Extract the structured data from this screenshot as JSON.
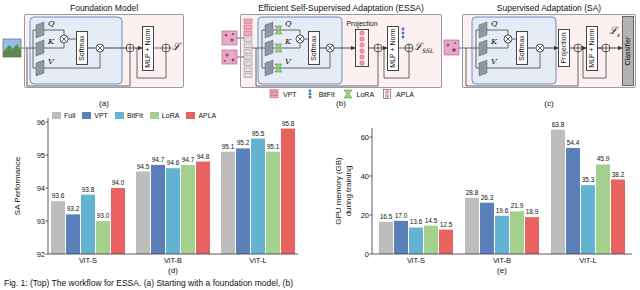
{
  "diagram": {
    "caption": "Fig. 1: (Top) The workflow for ESSA. (a) Starting with a foundation model, (b)",
    "nodes": [
      {
        "text": [
          "Foundation Model"
        ]
      },
      {
        "text": [
          "Softmax"
        ],
        "in": 0
      },
      {
        "text": [
          "MLP + Norm"
        ],
        "in": 0
      },
      {
        "text": [
          "Efficient Self-Supervised Adaptation (ESSA)"
        ]
      },
      {
        "text": [
          "Softmax"
        ],
        "in": 3
      },
      {
        "text": [
          "Projection"
        ],
        "in": 3
      },
      {
        "text": [
          "MLP + Norm"
        ],
        "in": 3
      },
      {
        "text": [
          "Supervised Adaptation (SA)"
        ]
      },
      {
        "text": [
          "Softmax"
        ],
        "in": 7
      },
      {
        "text": [
          "Projection"
        ],
        "in": 7
      },
      {
        "text": [
          "MLP + Norm"
        ],
        "in": 7
      },
      {
        "text": [
          "Classifier"
        ],
        "in": 7
      }
    ],
    "edges": [
      {
        "from": 1,
        "to": 2,
        "arrow": "to"
      },
      {
        "from": 4,
        "to": 5,
        "arrow": "to"
      },
      {
        "from": 5,
        "to": 6,
        "arrow": "to"
      },
      {
        "from": 8,
        "to": 9,
        "arrow": "to"
      },
      {
        "from": 9,
        "to": 10,
        "arrow": "to"
      },
      {
        "from": 10,
        "to": 11,
        "arrow": "to"
      }
    ],
    "labels": [
      "Q",
      "K",
      "V",
      "ℒ",
      "Q",
      "K",
      "V",
      "ℒ",
      "SSL",
      "Q",
      "K",
      "V",
      "ℒ",
      "s",
      "(a)",
      "(b)",
      "(c)",
      "SA Performance",
      "96",
      "95",
      "94",
      "93",
      "92",
      "ViT-S",
      "ViT-B",
      "ViT-L",
      "93.6",
      "93.2",
      "93.8",
      "93.0",
      "94.0",
      "94.5",
      "94.7",
      "94.6",
      "94.7",
      "94.8",
      "95.1",
      "95.2",
      "95.5",
      "95.1",
      "95.8",
      "(d)",
      "GPU memory (GB) during training",
      "60",
      "40",
      "20",
      "0",
      "ViT-S",
      "ViT-B",
      "ViT-L",
      "16.5",
      "17.0",
      "13.6",
      "14.5",
      "12.5",
      "28.8",
      "26.3",
      "19.6",
      "21.9",
      "18.9",
      "63.8",
      "54.4",
      "35.3",
      "45.9",
      "38.2",
      "(e)"
    ],
    "legend": [
      {
        "text": "VPT"
      },
      {
        "text": "BitFit"
      },
      {
        "text": "LoRA"
      },
      {
        "text": "APLA"
      },
      {
        "text": "Full",
        "color": "#bdbdbd"
      },
      {
        "text": "VPT",
        "color": "#5b7fb9"
      },
      {
        "text": "BitFit",
        "color": "#63b3d3"
      },
      {
        "text": "LoRA",
        "color": "#a3d08c"
      },
      {
        "text": "APLA",
        "color": "#e8625f"
      }
    ]
  }
}
